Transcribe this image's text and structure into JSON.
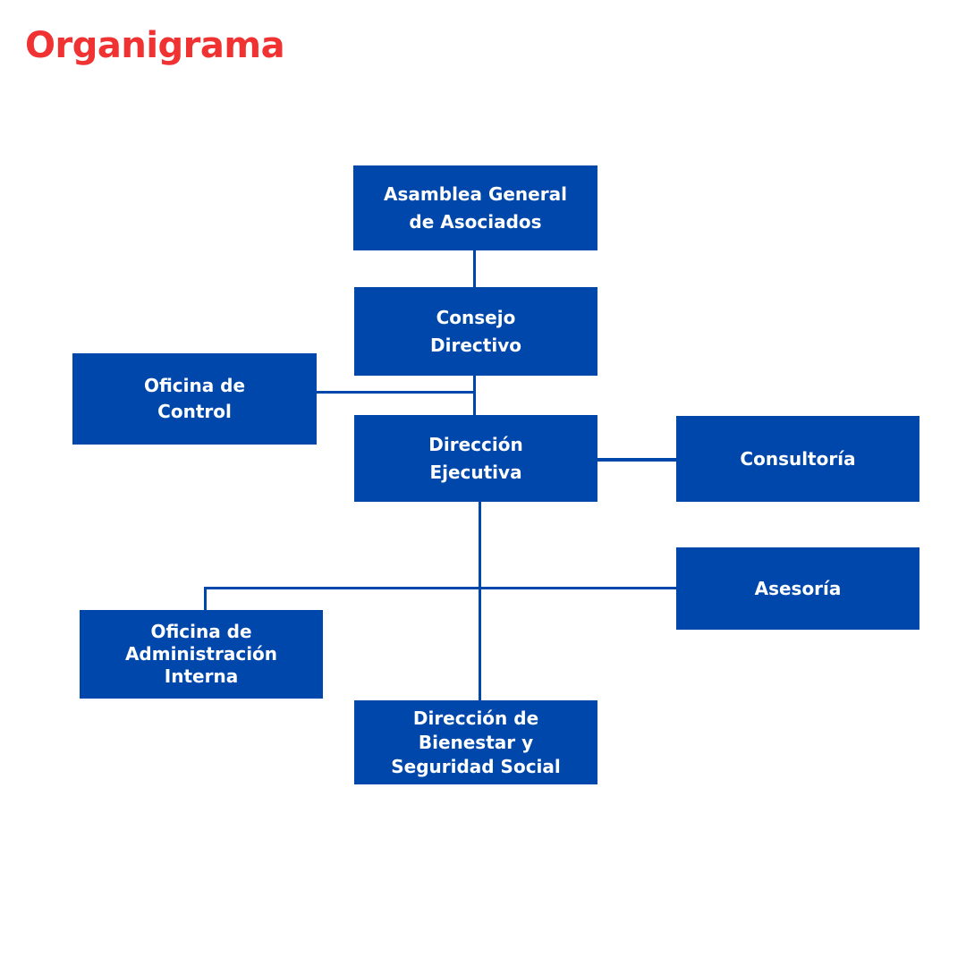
{
  "title": "Organigrama",
  "colors": {
    "title": "#f03232",
    "box": "#0047ab",
    "text": "#ffffff"
  },
  "nodes": {
    "asamblea": [
      "Asamblea General",
      "de Asociados"
    ],
    "consejo": [
      "Consejo",
      "Directivo"
    ],
    "control": [
      "Oficina de",
      "Control"
    ],
    "direccion": [
      "Dirección",
      "Ejecutiva"
    ],
    "consultoria": [
      "Consultoría"
    ],
    "asesoria": [
      "Asesoría"
    ],
    "administracion": [
      "Oficina de",
      "Administración",
      "Interna"
    ],
    "bienestar": [
      "Dirección de",
      "Bienestar y",
      "Seguridad Social"
    ]
  }
}
